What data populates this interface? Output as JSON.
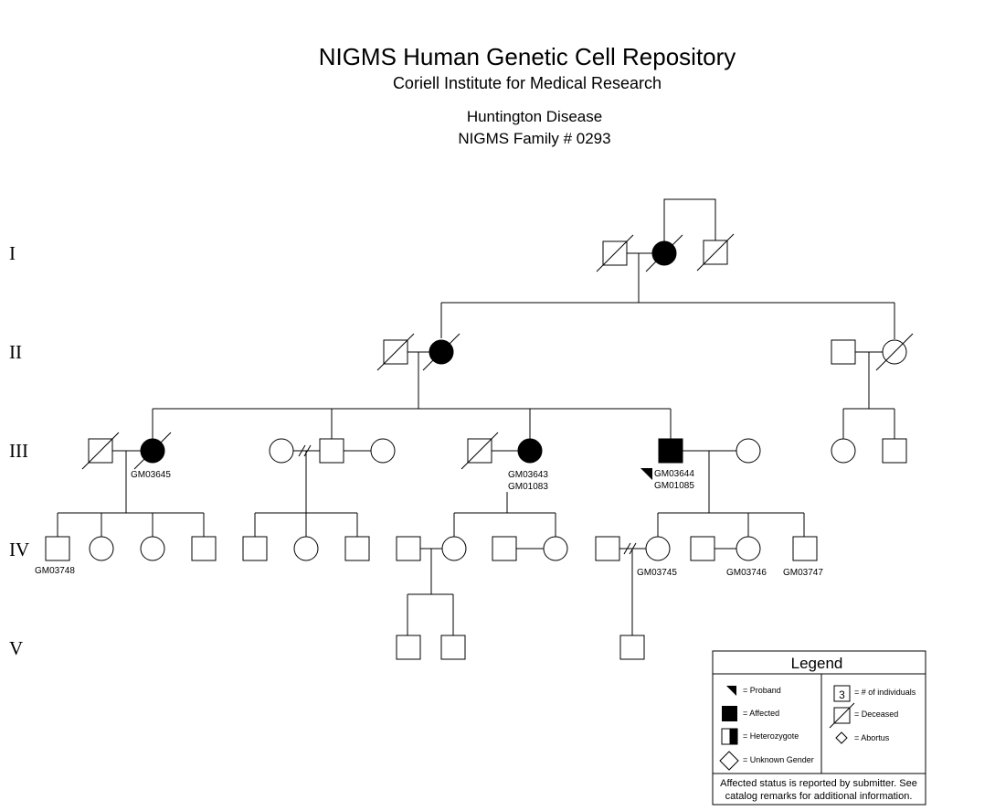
{
  "header": {
    "title": "NIGMS Human Genetic Cell Repository",
    "subtitle": "Coriell Institute for Medical Research",
    "disease": "Huntington Disease",
    "family": "NIGMS Family # 0293"
  },
  "generations": [
    "I",
    "II",
    "III",
    "IV",
    "V"
  ],
  "sample_ids": {
    "iii1": "GM03645",
    "iii5a": "GM03643",
    "iii5b": "GM01083",
    "iii6a": "GM03644",
    "iii6b": "GM01085",
    "iv1": "GM03748",
    "iv12": "GM03745",
    "iv14": "GM03746",
    "iv15": "GM03747"
  },
  "legend": {
    "title": "Legend",
    "proband": "= Proband",
    "affected": "= Affected",
    "heterozygote": "= Heterozygote",
    "unknown_gender": "= Unknown Gender",
    "count_value": "3",
    "count_label": "= # of individuals",
    "deceased": "= Deceased",
    "abortus": "= Abortus",
    "note_line1": "Affected status is reported by submitter. See",
    "note_line2": "catalog remarks for additional information."
  }
}
